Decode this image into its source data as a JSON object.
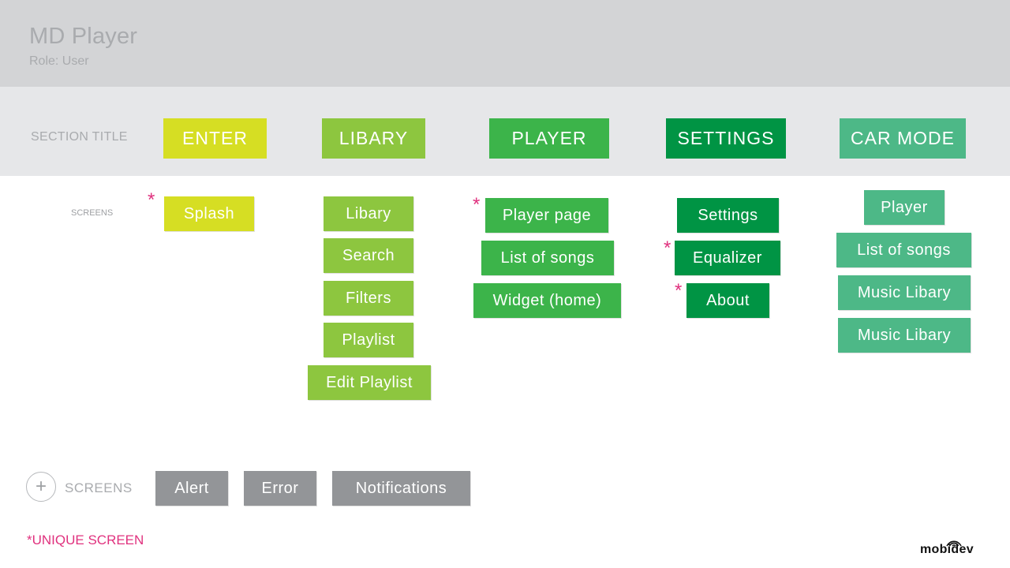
{
  "header": {
    "title": "MD Player",
    "role": "Role: User"
  },
  "section_title_label": "SECTION TITLE",
  "screens_label": "SCREENS",
  "sections": [
    {
      "label": "ENTER",
      "color": "#d6de23"
    },
    {
      "label": "LIBARY",
      "color": "#8dc63f"
    },
    {
      "label": "PLAYER",
      "color": "#3cb44a"
    },
    {
      "label": "SETTINGS",
      "color": "#009444"
    },
    {
      "label": "CAR MODE",
      "color": "#4db887"
    }
  ],
  "screens": {
    "enter": [
      "Splash"
    ],
    "libary": [
      "Libary",
      "Search",
      "Filters",
      "Playlist",
      "Edit Playlist"
    ],
    "player": [
      "Player page",
      "List of songs",
      "Widget (home)"
    ],
    "settings": [
      "Settings",
      "Equalizer",
      "About"
    ],
    "car_mode": [
      "Player",
      "List of songs",
      "Music Libary",
      "Music Libary"
    ]
  },
  "unique_marker": "*",
  "global_screens": {
    "plus_icon": "+",
    "label": "SCREENS",
    "items": [
      "Alert",
      "Error",
      "Notifications"
    ],
    "color": "#939598"
  },
  "footnote": "*UNIQUE SCREEN",
  "logo": {
    "text": "mobidev",
    "icon": "wifi-arcs-icon"
  }
}
